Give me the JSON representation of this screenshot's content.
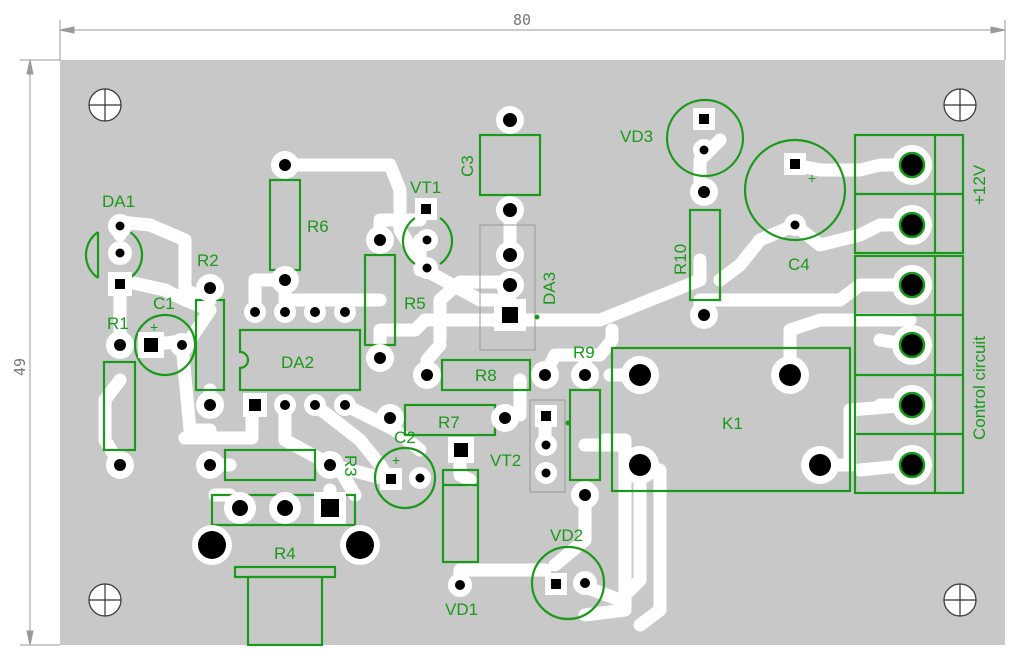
{
  "dimensions": {
    "width": "80",
    "height": "49"
  },
  "components": {
    "DA1": "DA1",
    "DA2": "DA2",
    "DA3": "DA3",
    "R1": "R1",
    "R2": "R2",
    "R3": "R3",
    "R4": "R4",
    "R5": "R5",
    "R6": "R6",
    "R7": "R7",
    "R8": "R8",
    "R9": "R9",
    "R10": "R10",
    "C1": "C1",
    "C2": "C2",
    "C3": "C3",
    "C4": "C4",
    "VT1": "VT1",
    "VT2": "VT2",
    "VD1": "VD1",
    "VD2": "VD2",
    "VD3": "VD3",
    "K1": "K1"
  },
  "terminals": {
    "power": "+12V",
    "control": "Control circuit"
  },
  "polarity_mark": "+",
  "colors": {
    "board": "#c8c8c8",
    "copper": "#ffffff",
    "silkscreen": "#1a9a1a",
    "dimension": "#999999"
  }
}
